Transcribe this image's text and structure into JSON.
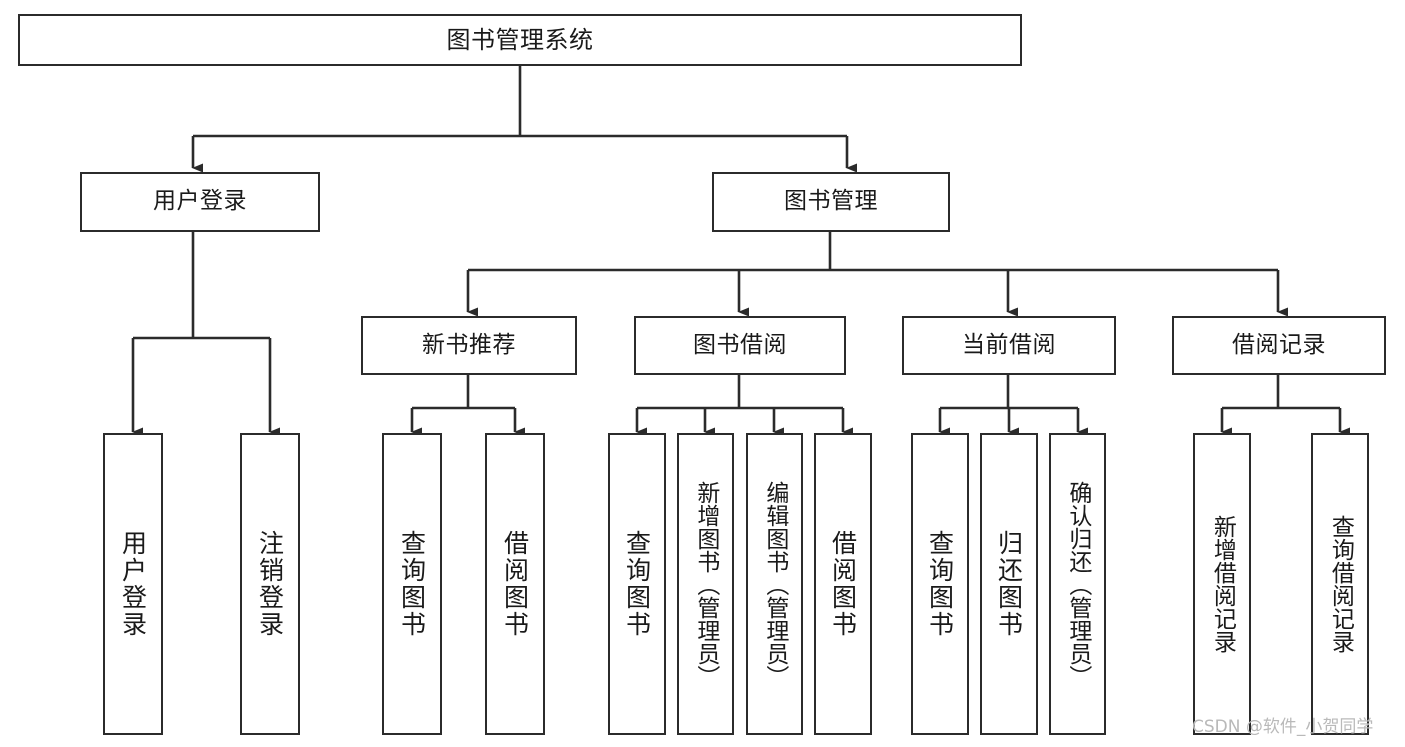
{
  "diagram": {
    "title": "图书管理系统",
    "type": "tree",
    "orientation": "top-down",
    "colors": {
      "background": "#ffffff",
      "node_border": "#2b2b2b",
      "node_fill": "#ffffff",
      "edge": "#2b2b2b",
      "text": "#1a1a1a",
      "watermark": "#b9b9b9"
    },
    "root": {
      "label": "图书管理系统"
    },
    "level2": [
      {
        "label": "用户登录"
      },
      {
        "label": "图书管理"
      }
    ],
    "level3": [
      {
        "label": "新书推荐"
      },
      {
        "label": "图书借阅"
      },
      {
        "label": "当前借阅"
      },
      {
        "label": "借阅记录"
      }
    ],
    "leaves": {
      "user_login": [
        {
          "label": "用户登录"
        },
        {
          "label": "注销登录"
        }
      ],
      "new_book_recommend": [
        {
          "label": "查询图书"
        },
        {
          "label": "借阅图书"
        }
      ],
      "book_borrow": [
        {
          "label": "查询图书"
        },
        {
          "label": "新增图书（管理员）"
        },
        {
          "label": "编辑图书（管理员）"
        },
        {
          "label": "借阅图书"
        }
      ],
      "current_borrow": [
        {
          "label": "查询图书"
        },
        {
          "label": "归还图书"
        },
        {
          "label": "确认归还（管理员）"
        }
      ],
      "borrow_record": [
        {
          "label": "新增借阅记录"
        },
        {
          "label": "查询借阅记录"
        }
      ]
    }
  },
  "watermark": {
    "text": "CSDN @软件_小贺同学"
  }
}
